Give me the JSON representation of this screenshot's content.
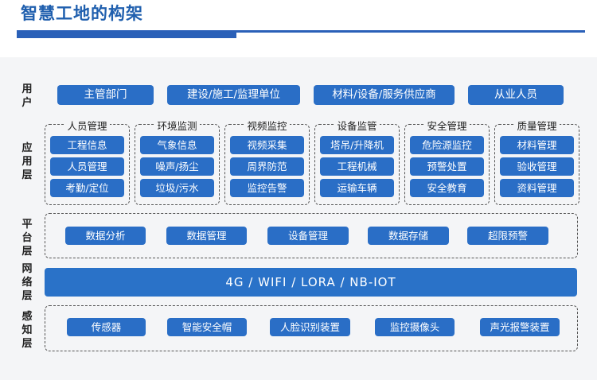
{
  "title": "智慧工地的构架",
  "layers": {
    "user": {
      "label": [
        "用",
        "户"
      ],
      "items": [
        "主管部门",
        "建设/施工/监理单位",
        "材料/设备/服务供应商",
        "从业人员"
      ]
    },
    "application": {
      "label": [
        "应",
        "用",
        "层"
      ],
      "groups": [
        {
          "title": "人员管理",
          "items": [
            "工程信息",
            "人员管理",
            "考勤/定位"
          ]
        },
        {
          "title": "环境监测",
          "items": [
            "气象信息",
            "噪声/扬尘",
            "垃圾/污水"
          ]
        },
        {
          "title": "视频监控",
          "items": [
            "视频采集",
            "周界防范",
            "监控告警"
          ]
        },
        {
          "title": "设备监管",
          "items": [
            "塔吊/升降机",
            "工程机械",
            "运输车辆"
          ]
        },
        {
          "title": "安全管理",
          "items": [
            "危险源监控",
            "预警处置",
            "安全教育"
          ]
        },
        {
          "title": "质量管理",
          "items": [
            "材料管理",
            "验收管理",
            "资料管理"
          ]
        }
      ]
    },
    "platform": {
      "label": [
        "平",
        "台",
        "层"
      ],
      "items": [
        "数据分析",
        "数据管理",
        "设备管理",
        "数据存储",
        "超限预警"
      ]
    },
    "network": {
      "label": [
        "网",
        "络",
        "层"
      ],
      "text": "4G / WIFI / LORA / NB-IOT"
    },
    "perception": {
      "label": [
        "感",
        "知",
        "层"
      ],
      "items": [
        "传感器",
        "智能安全帽",
        "人脸识别装置",
        "监控摄像头",
        "声光报警装置"
      ]
    }
  }
}
